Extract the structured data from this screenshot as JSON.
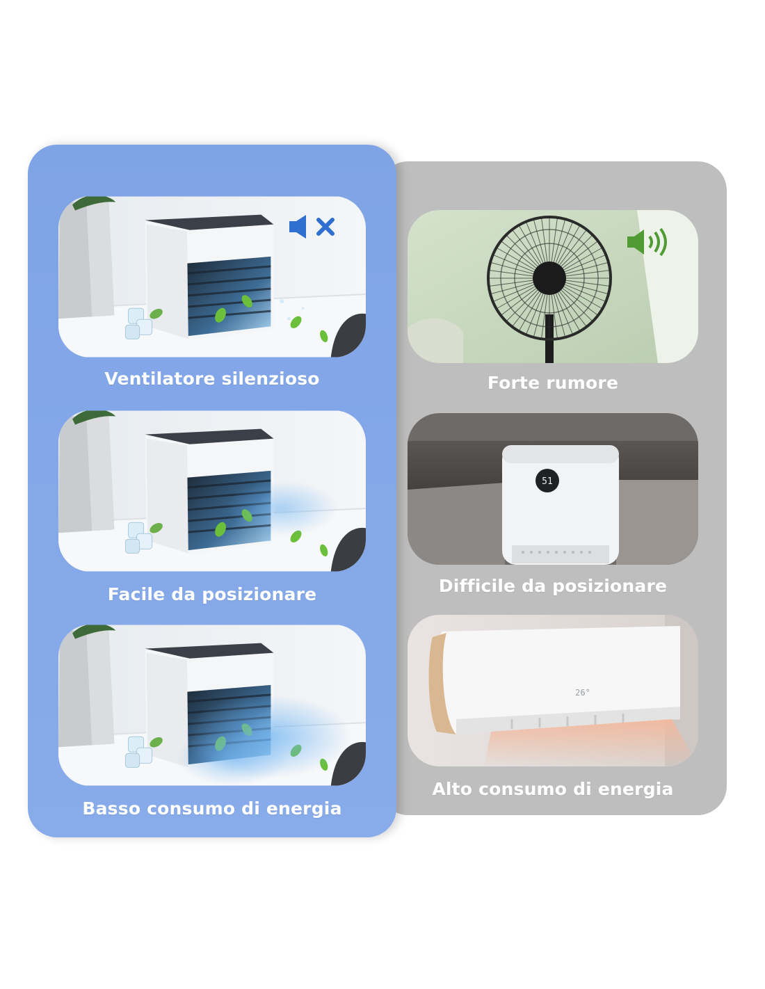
{
  "comparison": {
    "product_features": [
      {
        "label": "Ventilatore silenzioso",
        "icon": "mute-speaker-icon"
      },
      {
        "label": "Facile da posizionare",
        "icon": ""
      },
      {
        "label": "Basso consumo di energia",
        "icon": ""
      }
    ],
    "alternatives": [
      {
        "label": "Forte rumore",
        "icon": "loud-speaker-icon"
      },
      {
        "label": "Difficile da posizionare",
        "icon": ""
      },
      {
        "label": "Alto consumo di energia",
        "icon": ""
      }
    ],
    "display_readouts": {
      "purifier_display": "51",
      "ac_display": "26°"
    },
    "colors": {
      "product_panel": "#86a9e8",
      "alternative_panel": "#bebebe",
      "label_text": "#ffffff",
      "mute_icon": "#2f6fcf",
      "loud_icon": "#4f9a32"
    }
  }
}
